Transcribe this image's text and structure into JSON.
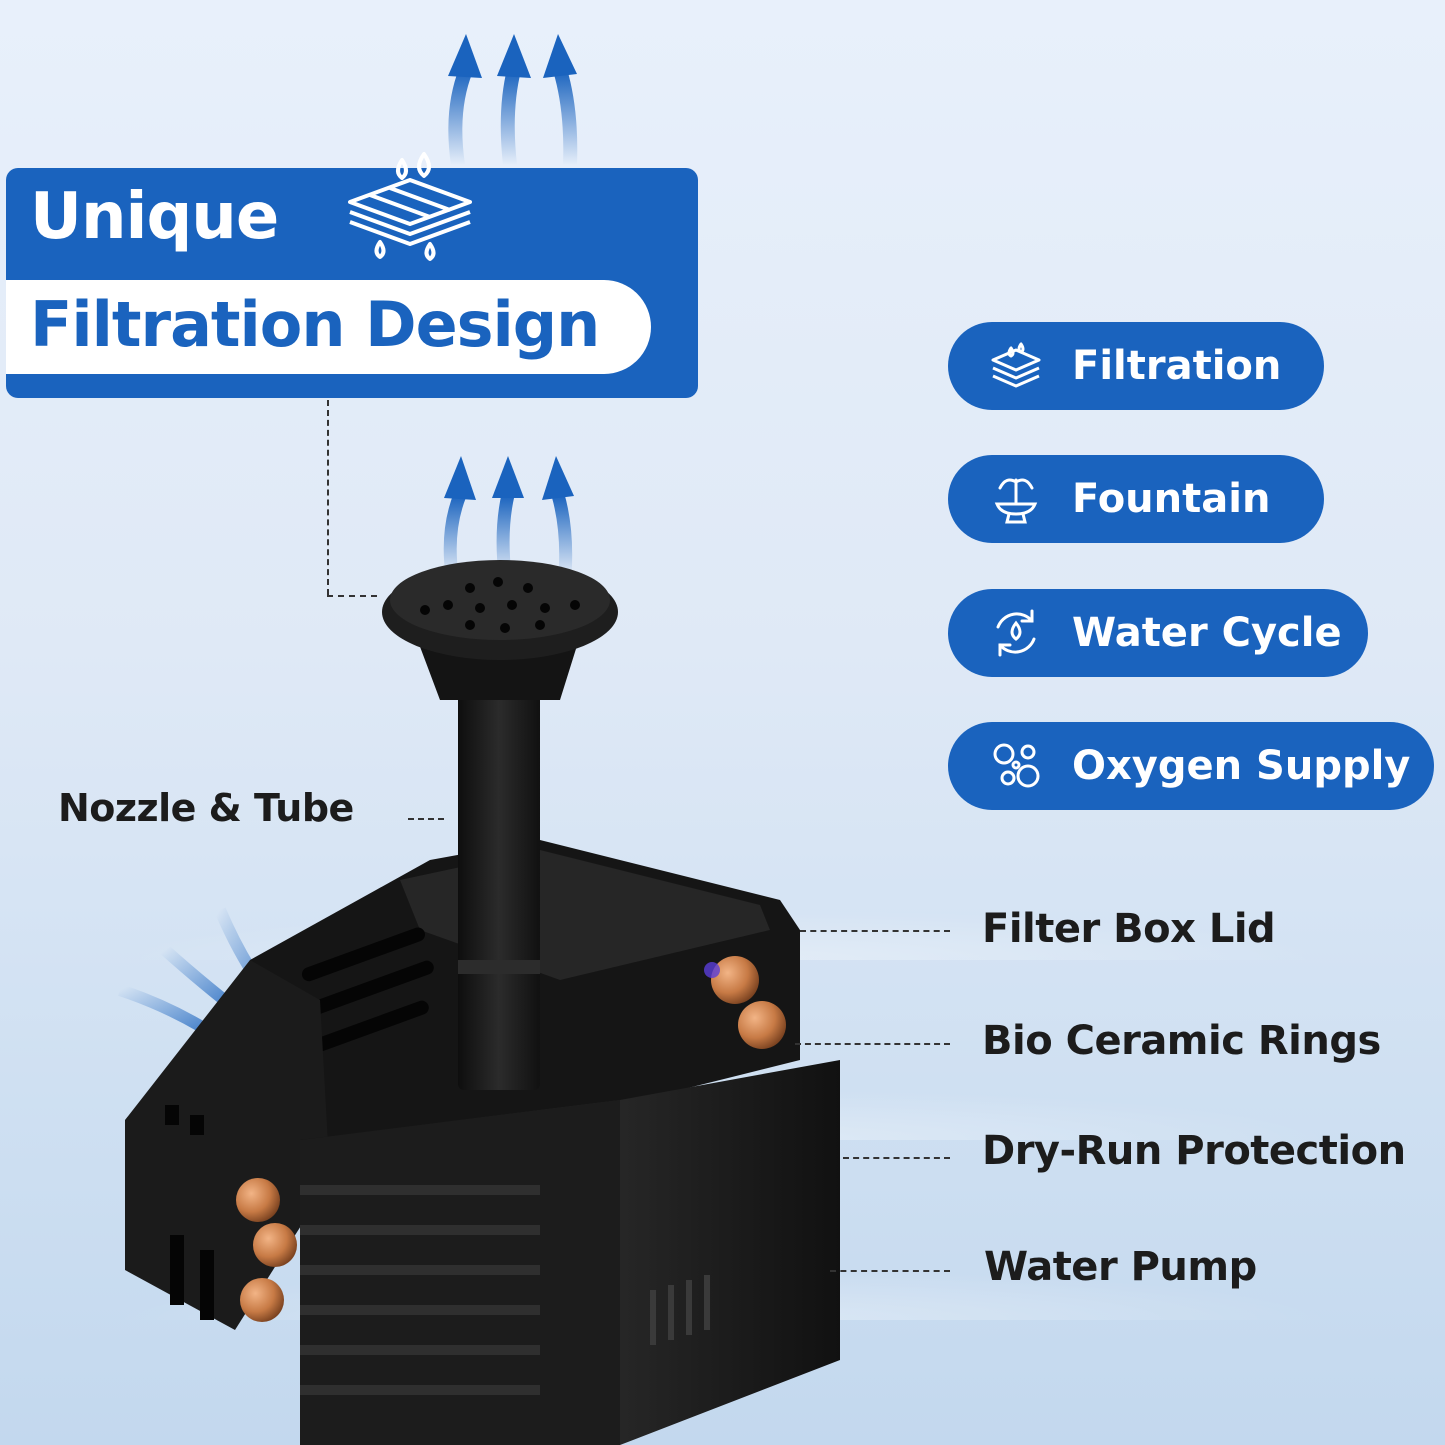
{
  "banner": {
    "line1": "Unique",
    "line2": "Filtration Design"
  },
  "features": [
    {
      "label": "Filtration",
      "icon": "filter-layers-icon"
    },
    {
      "label": "Fountain",
      "icon": "fountain-icon"
    },
    {
      "label": "Water Cycle",
      "icon": "water-cycle-icon"
    },
    {
      "label": "Oxygen Supply",
      "icon": "bubbles-icon"
    }
  ],
  "parts": {
    "nozzle": "Nozzle & Tube",
    "lid": "Filter Box Lid",
    "rings": "Bio Ceramic Rings",
    "dryrun": "Dry-Run Protection",
    "pump": "Water Pump"
  },
  "colors": {
    "brand_blue": "#1a63be",
    "background": "#dfe9f6",
    "pump_black": "#1a1a1a",
    "ceramic_ring": "#c77a45"
  }
}
